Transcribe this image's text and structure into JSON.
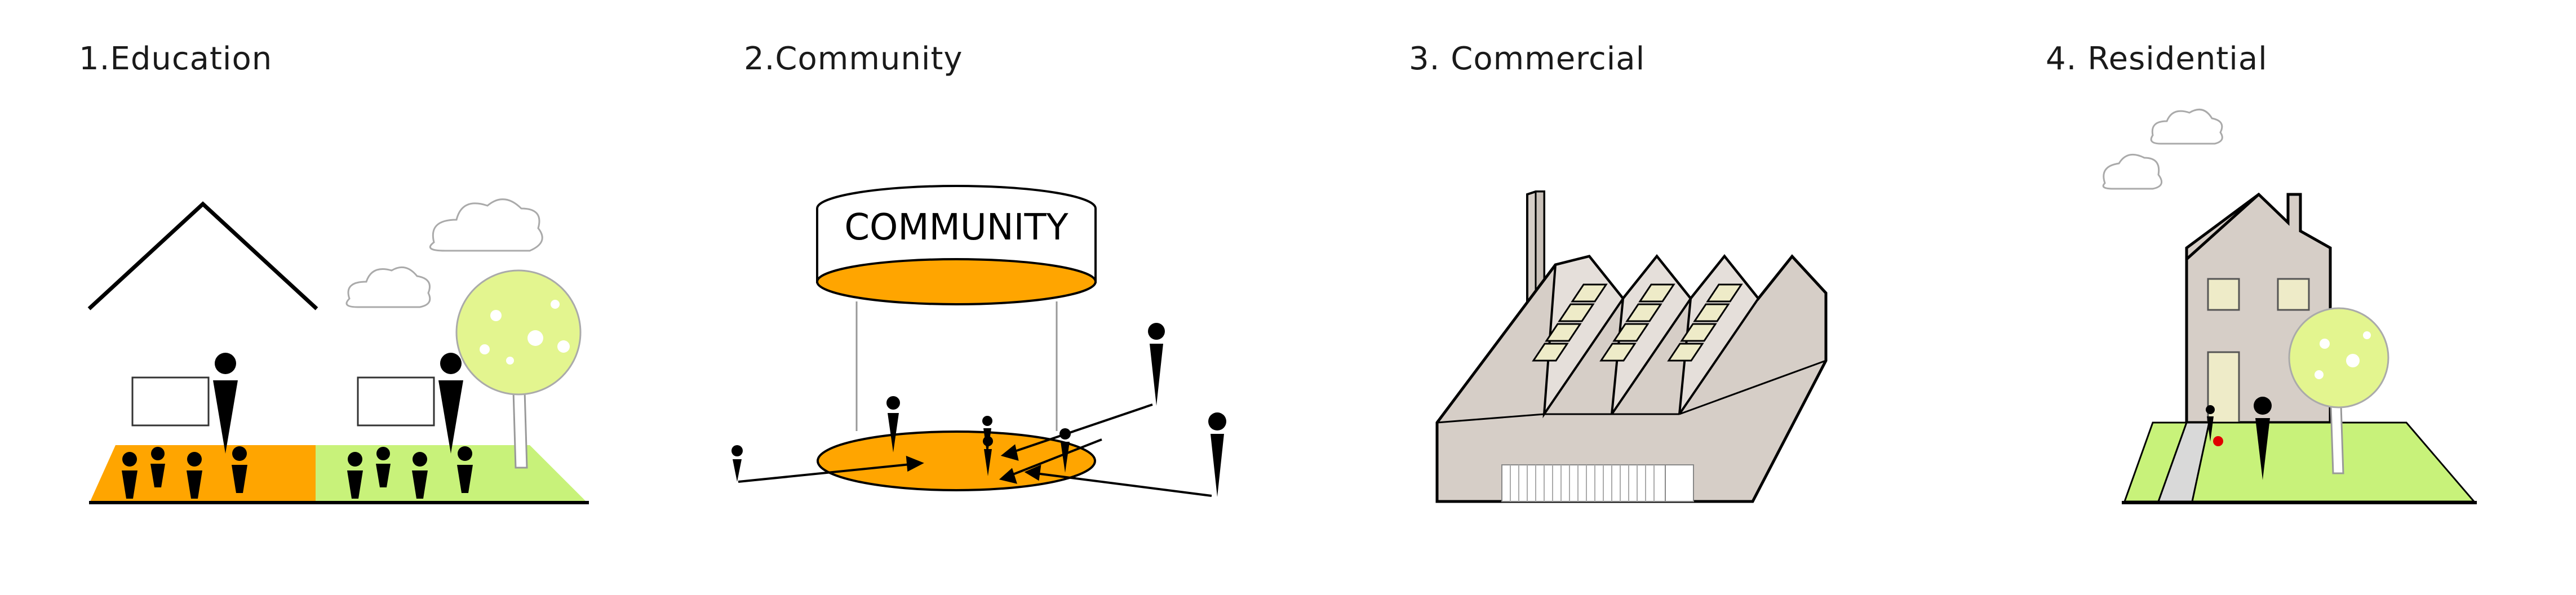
{
  "panels": [
    {
      "title": "1.Education"
    },
    {
      "title": "2.Community",
      "sign_text": "COMMUNITY"
    },
    {
      "title": "3. Commercial"
    },
    {
      "title": "4. Residential"
    }
  ],
  "colors": {
    "orange": "#FFA500",
    "light_green": "#C8F27A",
    "tree_green": "#E3F58F",
    "building_taupe": "#D6CEC7",
    "window_cream": "#EEEBC8",
    "path_grey": "#D9D9D9",
    "red_dot": "#E00000",
    "ink": "#000000"
  },
  "icons": [
    "person-icon",
    "cloud-icon",
    "tree-icon",
    "arrow-icon",
    "factory-icon",
    "house-icon"
  ]
}
